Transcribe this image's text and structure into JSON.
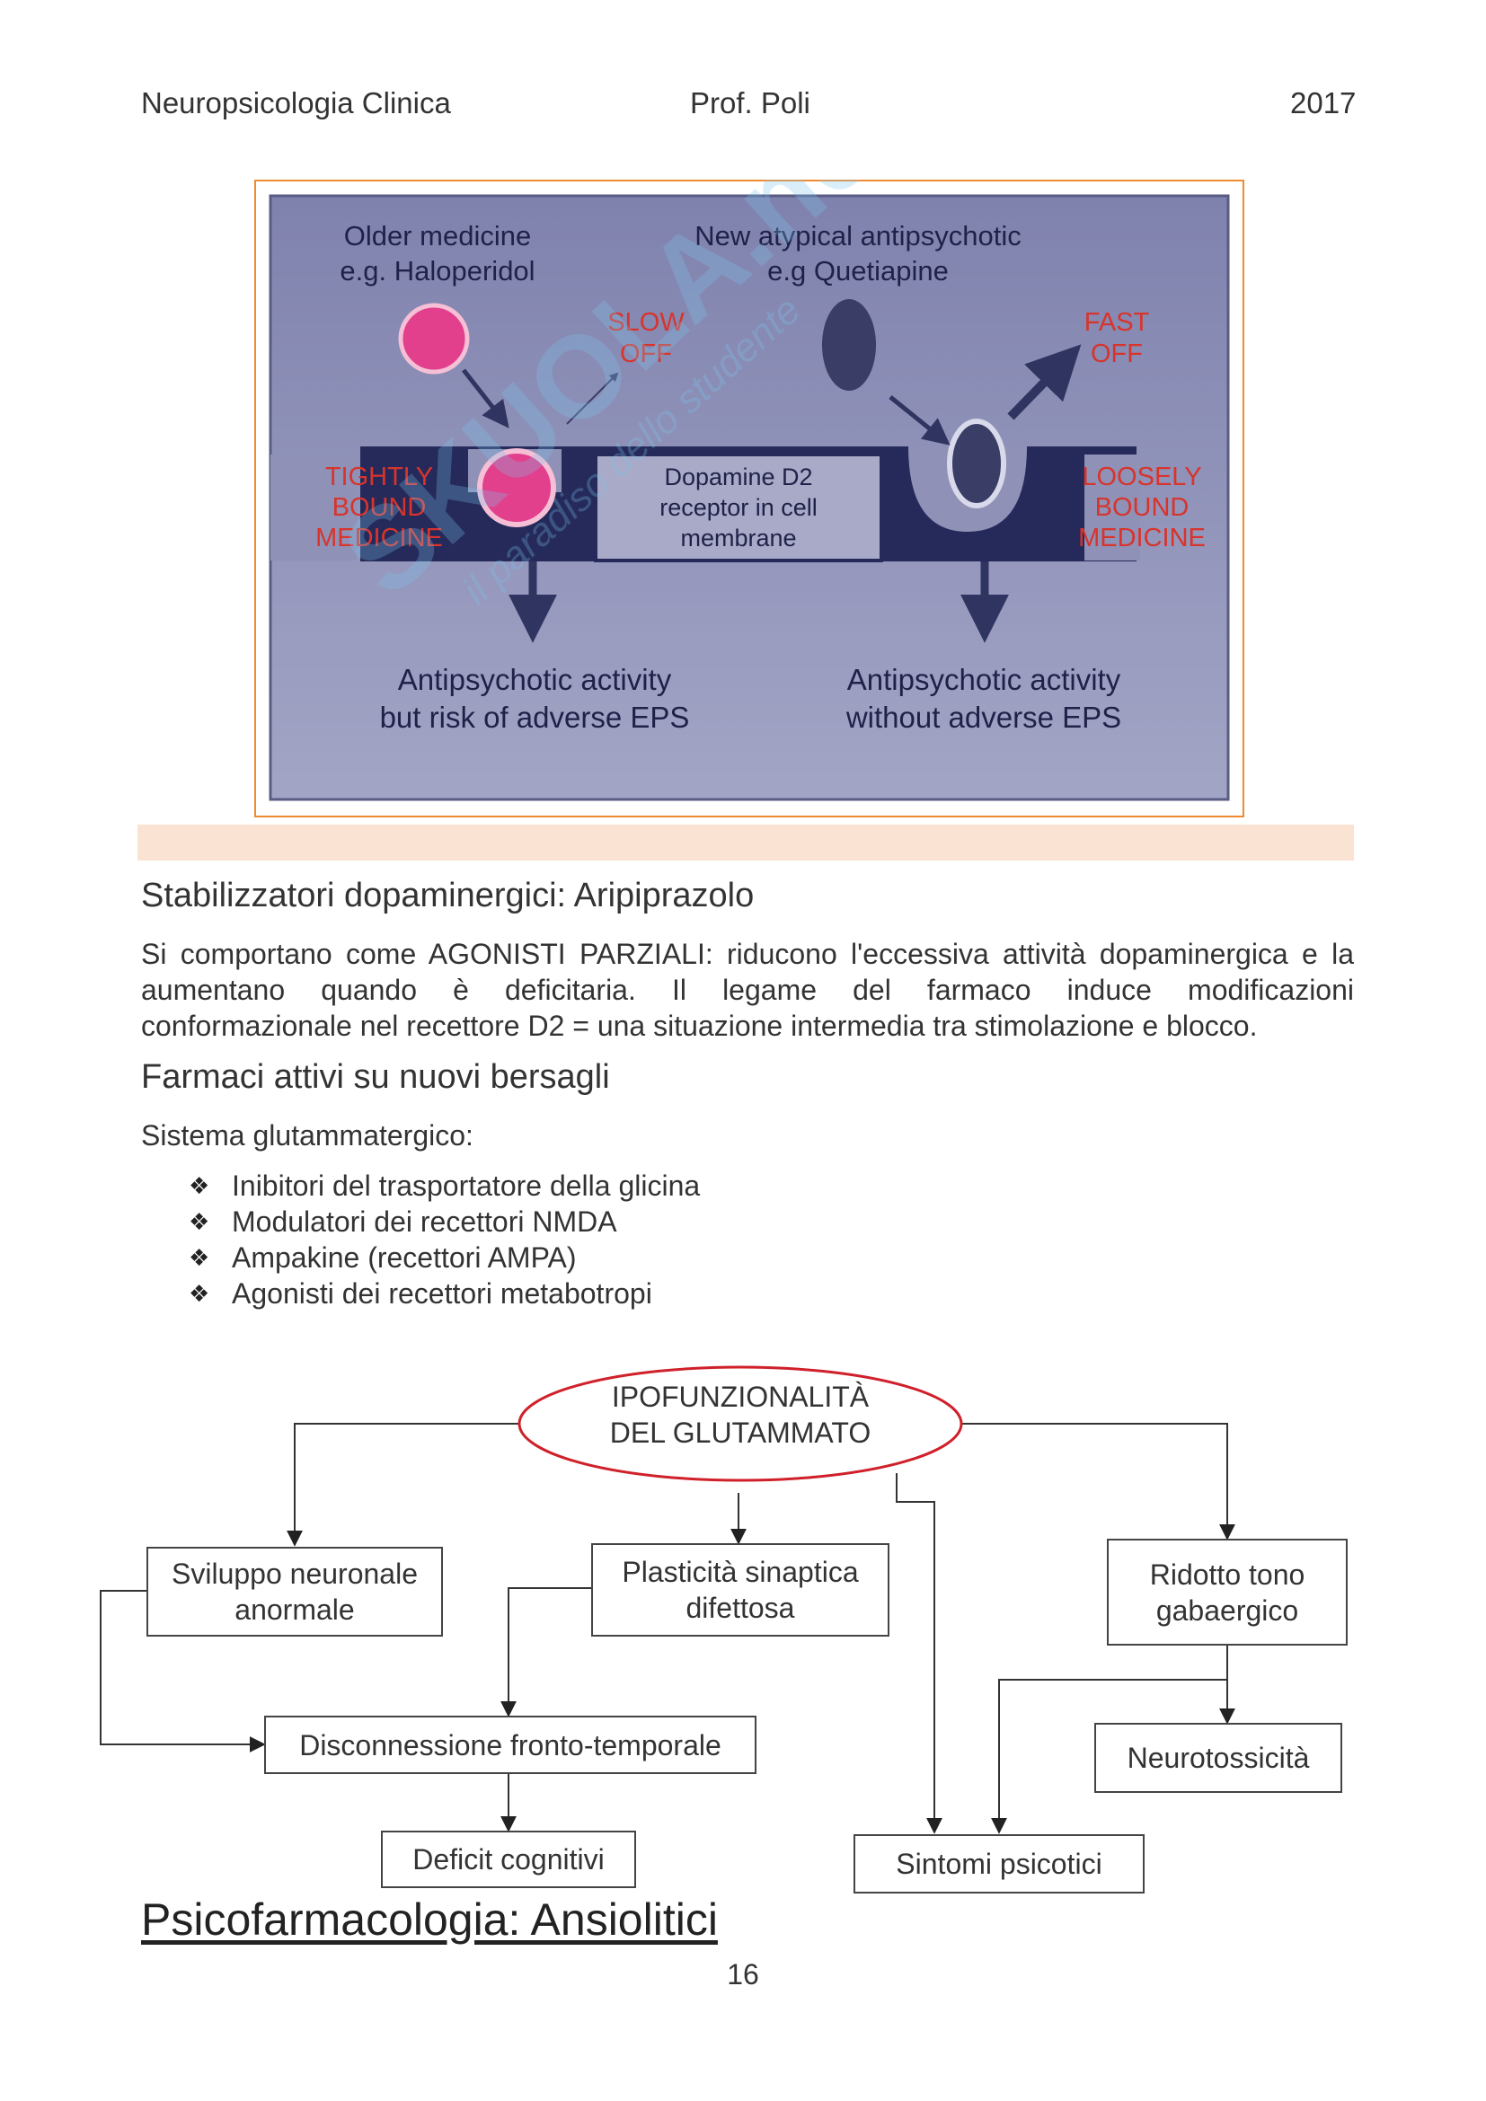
{
  "header": {
    "course": "Neuropsicologia Clinica",
    "professor": "Prof. Poli",
    "year": "2017"
  },
  "figure": {
    "older_label_1": "Older medicine",
    "older_label_2": "e.g. Haloperidol",
    "new_label_1": "New atypical antipsychotic",
    "new_label_2": "e.g Quetiapine",
    "slow_1": "SLOW",
    "slow_2": "OFF",
    "fast_1": "FAST",
    "fast_2": "OFF",
    "tight_1": "TIGHTLY",
    "tight_2": "BOUND",
    "tight_3": "MEDICINE",
    "loose_1": "LOOSELY",
    "loose_2": "BOUND",
    "loose_3": "MEDICINE",
    "receptor_1": "Dopamine D2",
    "receptor_2": "receptor in cell",
    "receptor_3": "membrane",
    "left_out_1": "Antipsychotic activity",
    "left_out_2": "but risk of adverse EPS",
    "right_out_1": "Antipsychotic activity",
    "right_out_2": "without adverse EPS",
    "watermark_1": "SKUOLA.net",
    "watermark_2": "il paradiso dello studente"
  },
  "section1": {
    "title": "Stabilizzatori dopaminergici: Aripiprazolo",
    "line1": "Si comportano come AGONISTI PARZIALI: riducono l'eccessiva attività dopaminergica e la",
    "line2": "aumentano quando è deficitaria. Il legame del farmaco induce modificazioni",
    "line3": "conformazionale nel recettore D2 = una situazione intermedia tra stimolazione e blocco."
  },
  "section2": {
    "title": "Farmaci attivi su nuovi bersagli",
    "intro": "Sistema glutammatergico:",
    "items": [
      "Inibitori del trasportatore della glicina",
      "Modulatori dei recettori NMDA",
      "Ampakine (recettori AMPA)",
      "Agonisti dei recettori metabotropi"
    ]
  },
  "flowchart": {
    "root_1": "IPOFUNZIONALITÀ",
    "root_2": "DEL GLUTAMMATO",
    "sviluppo_1": "Sviluppo neuronale",
    "sviluppo_2": "anormale",
    "plasticita_1": "Plasticità sinaptica",
    "plasticita_2": "difettosa",
    "ridotto_1": "Ridotto tono",
    "ridotto_2": "gabaergico",
    "disconnessione": "Disconnessione fronto-temporale",
    "neurotossicita": "Neurotossicità",
    "deficit": "Deficit cognitivi",
    "sintomi": "Sintomi psicotici"
  },
  "footer": {
    "next_title": "Psicofarmacologia: Ansiolitici",
    "page": "16"
  },
  "colors": {
    "figure_frame": "#f08a30",
    "figure_bg": "#8f91b6",
    "membrane": "#252a5a",
    "pink_drug": "#e23f8c",
    "navy_drug": "#3a3d66",
    "red_text": "#d8342c",
    "root_ellipse": "#d0202a",
    "caption_bar": "#fbe3d4"
  }
}
